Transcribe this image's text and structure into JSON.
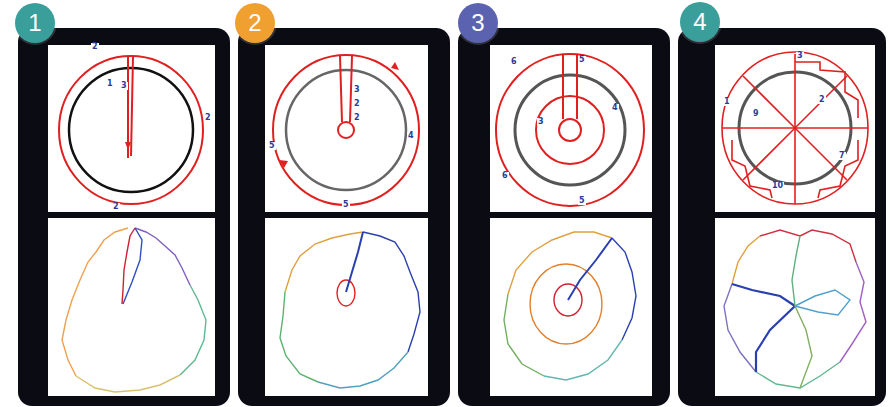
{
  "diagram": {
    "nodes": [
      {
        "text": [
          "1"
        ]
      },
      {
        "text": [
          "2"
        ]
      },
      {
        "text": [
          "3"
        ]
      },
      {
        "text": [
          "4"
        ]
      }
    ],
    "labels": [
      "2",
      "1",
      "3",
      "2",
      "2",
      "3",
      "2",
      "2",
      "5",
      "4",
      "5",
      "6",
      "5",
      "4",
      "3",
      "6",
      "5",
      "3",
      "1",
      "2",
      "9",
      "10",
      "7"
    ]
  }
}
